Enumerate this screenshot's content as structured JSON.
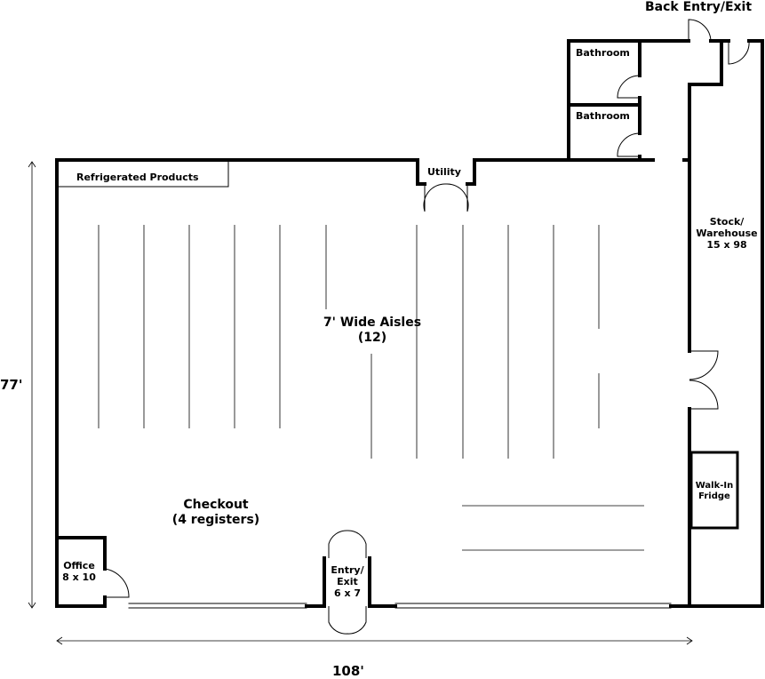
{
  "labels": {
    "back_entry": "Back Entry/Exit",
    "bathroom_1": "Bathroom",
    "bathroom_2": "Bathroom",
    "refrigerated": "Refrigerated Products",
    "utility": "Utility",
    "stock_line1": "Stock/",
    "stock_line2": "Warehouse",
    "stock_line3": "15 x 98",
    "aisles_line1": "7' Wide Aisles",
    "aisles_line2": "(12)",
    "checkout_line1": "Checkout",
    "checkout_line2": "(4 registers)",
    "office_line1": "Office",
    "office_line2": "8 x 10",
    "entry_line1": "Entry/",
    "entry_line2": "Exit",
    "entry_line3": "6 x 7",
    "fridge_line1": "Walk-In",
    "fridge_line2": "Fridge",
    "dim_width": "108'",
    "dim_height": "77'"
  }
}
